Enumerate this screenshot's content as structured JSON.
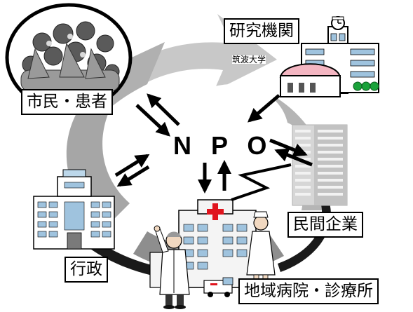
{
  "center": {
    "text": "N P O"
  },
  "nodes": {
    "citizens": "市民・患者",
    "research": "研究機関",
    "university": "筑波大学",
    "companies": "民間企業",
    "government": "行政",
    "hospitals": "地域病院・診療所"
  },
  "colors": {
    "cycle_ring": "#a8a8a8",
    "cycle_light": "#c9c9c9",
    "arrow": "#000000",
    "red_cross": "#e0141e",
    "roof_pink": "#f4b6c2"
  },
  "icons": [
    "crowd-illustration",
    "university-buildings-illustration",
    "office-tower-illustration",
    "hospital-building-illustration",
    "doctor-illustration",
    "nurse-illustration",
    "ambulance-illustration",
    "government-building-illustration"
  ]
}
